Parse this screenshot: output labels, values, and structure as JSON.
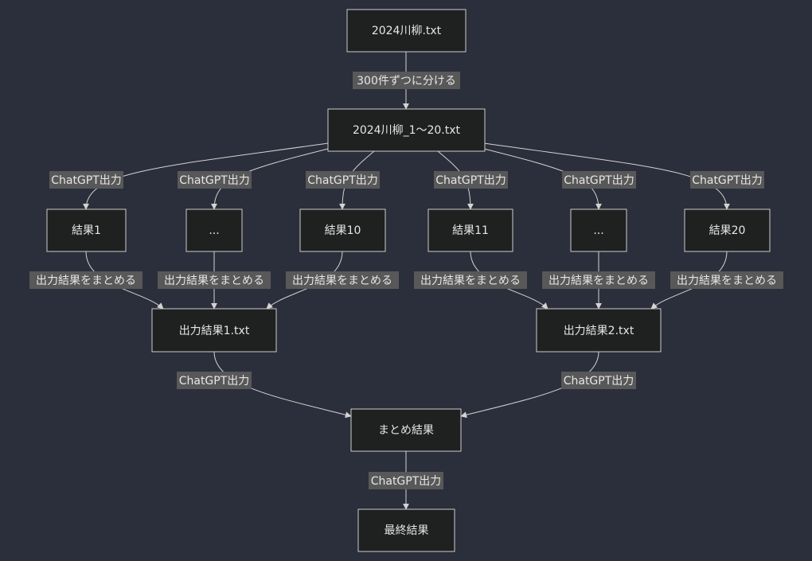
{
  "diagram": {
    "nodes": {
      "source": "2024川柳.txt",
      "split_files": "2024川柳_1〜20.txt",
      "result1": "結果1",
      "dots1": "...",
      "result10": "結果10",
      "result11": "結果11",
      "dots2": "...",
      "result20": "結果20",
      "output1": "出力結果1.txt",
      "output2": "出力結果2.txt",
      "summary": "まとめ結果",
      "final": "最終結果"
    },
    "edge_labels": {
      "split": "300件ずつに分ける",
      "chatgpt_output": "ChatGPT出力",
      "summarize": "出力結果をまとめる"
    }
  }
}
